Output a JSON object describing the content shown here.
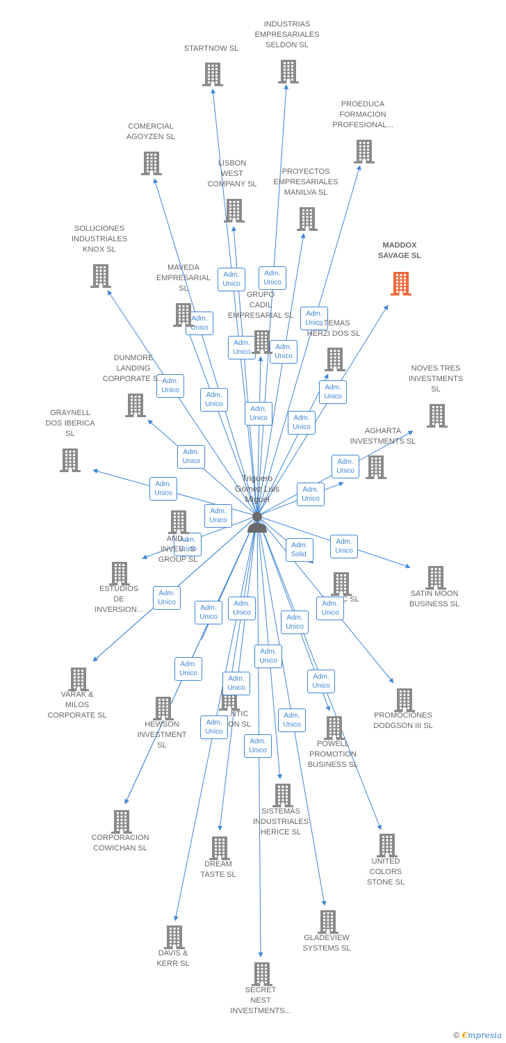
{
  "center": {
    "label": "Triguero\nGomez Luis\nMiguel",
    "icon": "person-icon"
  },
  "colors": {
    "edge": "#3f86d6",
    "building": "#8a8a8a",
    "highlight": "#ee6a3c"
  },
  "companies": [
    {
      "id": "startnow",
      "label": "STARTNOW SL",
      "role": "Adm.\nUnico"
    },
    {
      "id": "seldon",
      "label": "INDUSTRIAS\nEMPRESARIALES\nSELDON SL",
      "role": "Adm.\nUnico"
    },
    {
      "id": "proeduca",
      "label": "PROEDUCA\nFORMACION\nPROFESIONAL...",
      "role": "Adm.\nUnico"
    },
    {
      "id": "agoyzen",
      "label": "COMERCIAL\nAGOYZEN SL",
      "role": "Adm.\nUnico"
    },
    {
      "id": "lisbon",
      "label": "LISBON\nWEST\nCOMPANY  SL",
      "role": "Adm.\nUnico"
    },
    {
      "id": "manilva",
      "label": "PROYECTOS\nEMPRESARIALES\nMANILVA SL",
      "role": "Adm.\nUnico"
    },
    {
      "id": "maddox",
      "label": "MADDOX\nSAVAGE  SL",
      "role": "Adm.\nUnico",
      "highlight": true
    },
    {
      "id": "knox",
      "label": "SOLUCIONES\nINDUSTRIALES\nKNOX SL",
      "role": "Adm.\nUnico"
    },
    {
      "id": "maveda",
      "label": "MAVEDA\nEMPRESARIAL\nSL",
      "role": "Adm.\nUnico"
    },
    {
      "id": "cadil",
      "label": "GRUPO\nCADIL\nEMPRESARIAL SL",
      "role": "Adm.\nUnico"
    },
    {
      "id": "herzi",
      "label": "...TEMAS\nHERZI DOS SL",
      "role": "Adm.\nUnico"
    },
    {
      "id": "dunmore",
      "label": "DUNMORE\nLANDING\nCORPORATE S...",
      "role": "Adm.\nUnico"
    },
    {
      "id": "noves",
      "label": "NOVES TRES\nINVESTMENTS\nSL",
      "role": "Adm.\nUnico"
    },
    {
      "id": "agharta",
      "label": "AGHARTA\nINVESTMENTS SL",
      "role": "Adm.\nUnico"
    },
    {
      "id": "graynell",
      "label": "GRAYNELL\nDOS IBERICA\nSL",
      "role": "Adm.\nUnico"
    },
    {
      "id": "and",
      "label": "AND...\nINVES...S\nGROUP SL",
      "role": "Adm.\nUnico"
    },
    {
      "id": "estudios",
      "label": "ESTUDIOS\nDE\nINVERSION...",
      "role": "Adm.\nUnico"
    },
    {
      "id": "satin",
      "label": "SATIN MOON\nBUSINESS SL",
      "role": "Adm.\nUnico"
    },
    {
      "id": "c",
      "label": "...C SL",
      "role": "Adm.\nSolid."
    },
    {
      "id": "varak",
      "label": "VARAK &\nMILOS\nCORPORATE SL",
      "role": "Adm.\nUnico"
    },
    {
      "id": "hewson",
      "label": "HEWSON\nINVESTMENT\nSL",
      "role": "Adm.\nUnico"
    },
    {
      "id": "ntic",
      "label": "...NTIC\n...ON SL",
      "role": "Adm.\nUnico"
    },
    {
      "id": "powell",
      "label": "POWELL\nPROMOTION\nBUSINESS  SL",
      "role": "Adm.\nUnico"
    },
    {
      "id": "dodgson",
      "label": "PROMOCIONES\nDODGSON III SL",
      "role": "Adm.\nUnico"
    },
    {
      "id": "cowichan",
      "label": "CORPORACION\nCOWICHAN SL",
      "role": "Adm.\nUnico"
    },
    {
      "id": "dream",
      "label": "DREAM\nTASTE SL",
      "role": "Adm.\nUnico"
    },
    {
      "id": "herice",
      "label": "SISTEMAS\nINDUSTRIALES\nHERICE  SL",
      "role": "Adm.\nUnico"
    },
    {
      "id": "colors",
      "label": "UNITED\nCOLORS\nSTONE SL",
      "role": "Adm.\nUnico"
    },
    {
      "id": "davis",
      "label": "DAVIS &\nKERR SL",
      "role": "Adm.\nUnico"
    },
    {
      "id": "secret",
      "label": "SECRET\nNEST\nINVESTMENTS...",
      "role": "Adm.\nUnico"
    },
    {
      "id": "gladeview",
      "label": "GLADEVIEW\nSYSTEMS  SL",
      "role": "Adm.\nUnico"
    }
  ],
  "footer": {
    "copyright": "©",
    "brand_first": "€",
    "brand_rest": "mpresia"
  }
}
